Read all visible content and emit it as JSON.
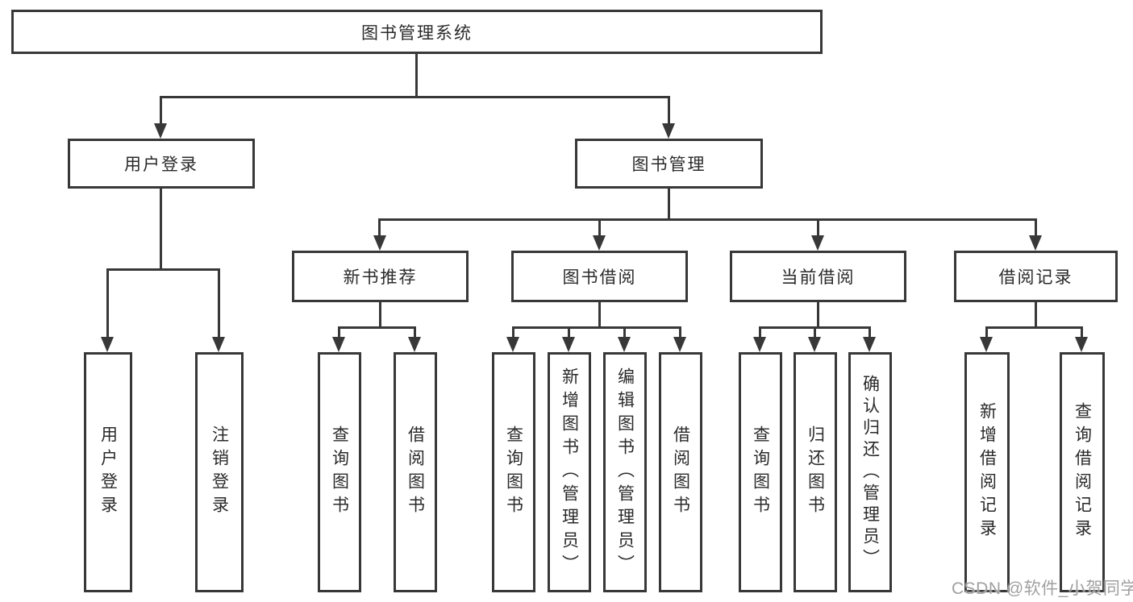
{
  "diagram": {
    "type": "hierarchy-tree",
    "root": {
      "label": "图书管理系统",
      "children": [
        {
          "label": "用户登录",
          "children": [
            {
              "label": "用户登录"
            },
            {
              "label": "注销登录"
            }
          ]
        },
        {
          "label": "图书管理",
          "children": [
            {
              "label": "新书推荐",
              "children": [
                {
                  "label": "查询图书"
                },
                {
                  "label": "借阅图书"
                }
              ]
            },
            {
              "label": "图书借阅",
              "children": [
                {
                  "label": "查询图书"
                },
                {
                  "label": "新增图书（管理员）"
                },
                {
                  "label": "编辑图书（管理员）"
                },
                {
                  "label": "借阅图书"
                }
              ]
            },
            {
              "label": "当前借阅",
              "children": [
                {
                  "label": "查询图书"
                },
                {
                  "label": "归还图书"
                },
                {
                  "label": "确认归还（管理员）"
                }
              ]
            },
            {
              "label": "借阅记录",
              "children": [
                {
                  "label": "新增借阅记录"
                },
                {
                  "label": "查询借阅记录"
                }
              ]
            }
          ]
        }
      ]
    }
  },
  "watermark": {
    "text": "CSDN @软件_小贺同学",
    "color": "#a0a0a0"
  },
  "colors": {
    "line": "#383838",
    "text": "#2a2a2a",
    "background": "#ffffff"
  }
}
